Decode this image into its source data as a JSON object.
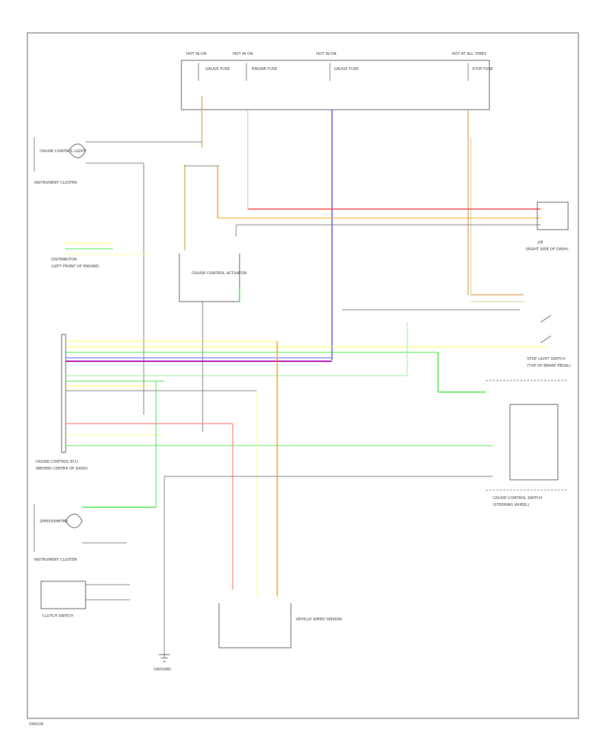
{
  "colors": {
    "background": "#ffffff",
    "frame": "#555555",
    "red": "#ff3b3b",
    "pink": "#ff8c8c",
    "yellow": "#ffff40",
    "light_yellow": "#ffff99",
    "green": "#39e639",
    "light_green": "#90ee90",
    "blue": "#4a4aff",
    "purple": "#b000b0",
    "orange": "#ff9900",
    "tan": "#d8a860",
    "gray": "#777777",
    "black": "#222222"
  },
  "footer": {
    "code": "1N5026"
  },
  "fuse_block": {
    "labels": [
      "HOT IN ON",
      "HOT IN ON",
      "HOT IN ON",
      "HOT AT ALL TIMES"
    ],
    "fuses": [
      "GAUGE FUSE",
      "ENGINE FUSE",
      "GAUGE FUSE",
      "STOP FUSE"
    ]
  },
  "cluster_top": {
    "label": "INSTRUMENT CLUSTER",
    "item": "CRUISE CONTROL LIGHT"
  },
  "cluster_bottom": {
    "label": "INSTRUMENT CLUSTER",
    "item": "SPEEDOMETER"
  },
  "throttle": {
    "label": "DISTRIBUTOR",
    "sub": "(LEFT FRONT OF ENGINE)"
  },
  "actuator": {
    "label": "CRUISE CONTROL ACTUATOR"
  },
  "ecu": {
    "label": "CRUISE CONTROL ECU",
    "sub": "(BEHIND CENTER OF DASH)"
  },
  "sensor": {
    "label": "VEHICLE SPEED SENSOR"
  },
  "switch_assy": {
    "label": "CRUISE CONTROL SWITCH",
    "sub": "(STEERING WHEEL)"
  },
  "stop_switch": {
    "label": "STOP LIGHT SWITCH",
    "sub": "(TOP OF BRAKE PEDAL)"
  },
  "clutch": {
    "label": "CLUTCH SWITCH"
  },
  "ground": {
    "label": "GROUND"
  },
  "right_conn": {
    "label": "J/B",
    "sub": "(RIGHT SIDE OF DASH)"
  }
}
